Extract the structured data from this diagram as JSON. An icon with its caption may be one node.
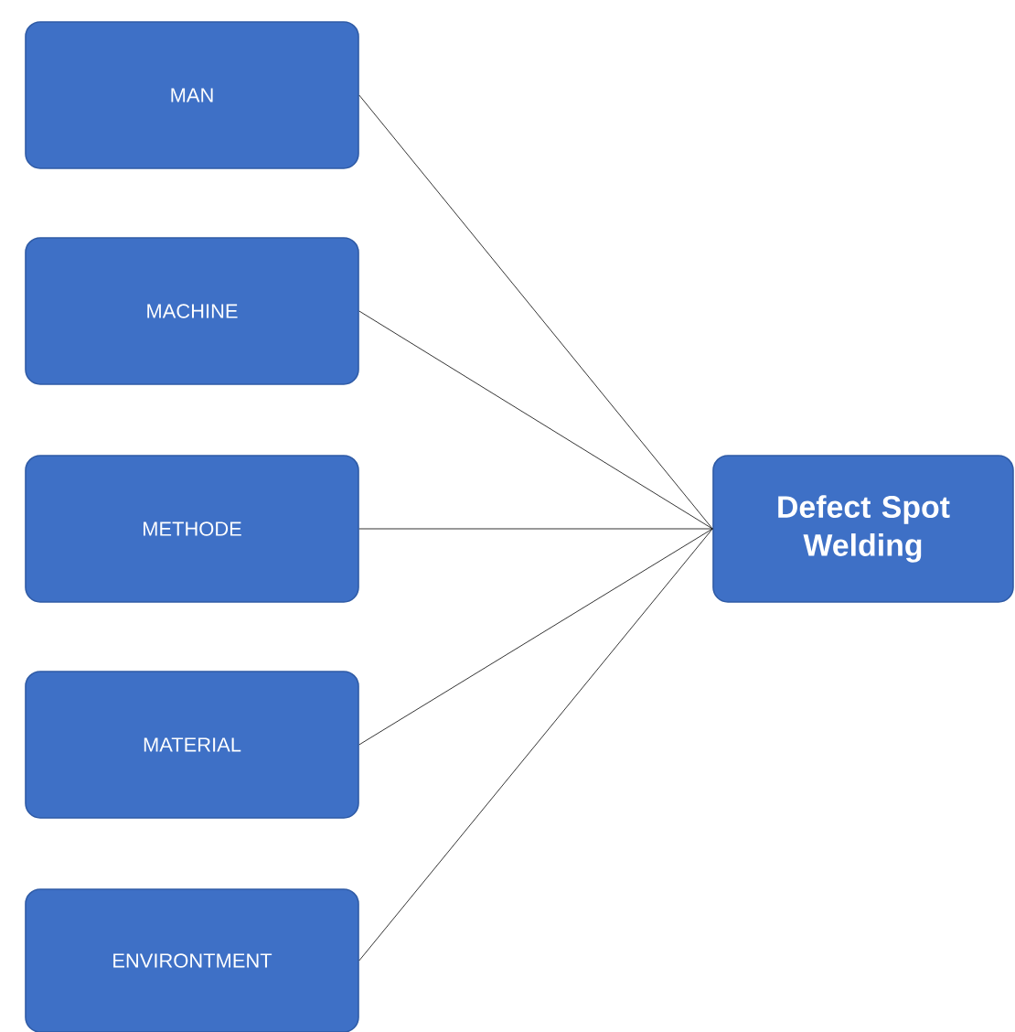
{
  "diagram": {
    "nodes": [
      {
        "text": [
          "MAN"
        ]
      },
      {
        "text": [
          "MACHINE"
        ]
      },
      {
        "text": [
          "METHODE"
        ]
      },
      {
        "text": [
          "MATERIAL"
        ]
      },
      {
        "text": [
          "ENVIRONTMENT"
        ]
      },
      {
        "text": [
          "Defect Spot Welding"
        ]
      }
    ],
    "edges": [
      {
        "from": 0,
        "to": 5,
        "arrow": "none"
      },
      {
        "from": 1,
        "to": 5,
        "arrow": "none"
      },
      {
        "from": 2,
        "to": 5,
        "arrow": "none"
      },
      {
        "from": 3,
        "to": 5,
        "arrow": "none"
      },
      {
        "from": 4,
        "to": 5,
        "arrow": "none"
      }
    ]
  }
}
